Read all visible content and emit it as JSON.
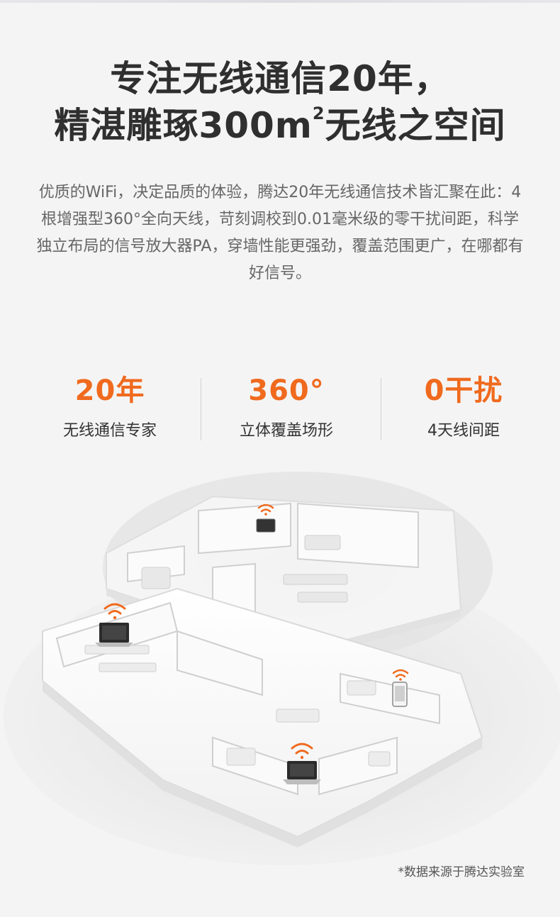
{
  "headline": {
    "line1": "专注无线通信20年，",
    "line2_main": "精湛雕琢300m",
    "line2_sup": "2",
    "line2_tail": "无线之空间"
  },
  "description": "优质的WiFi，决定品质的体验，腾达20年无线通信技术皆汇聚在此：4根增强型360°全向天线，苛刻调校到0.01毫米级的零干扰间距，科学独立布局的信号放大器PA，穿墙性能更强劲，覆盖范围更广，在哪都有好信号。",
  "stats": [
    {
      "value": "20年",
      "label": "无线通信专家"
    },
    {
      "value": "360°",
      "label": "立体覆盖场形"
    },
    {
      "value": "0干扰",
      "label": "4天线间距"
    }
  ],
  "footnote": "*数据来源于腾达实验室",
  "colors": {
    "accent": "#f06a1e",
    "heading": "#2f2f2f",
    "body_text": "#666666",
    "background": "#f4f4f4"
  },
  "icons": [
    "wifi-signal-icon",
    "laptop-icon",
    "smartphone-icon",
    "router-icon"
  ]
}
